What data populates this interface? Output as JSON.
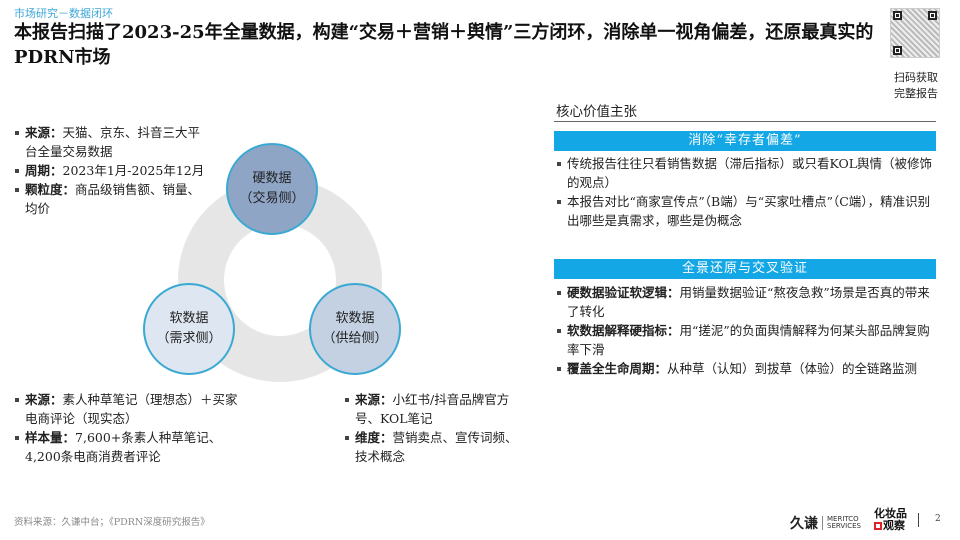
{
  "header": {
    "breadcrumb": "市场研究－数据闭环",
    "title": "本报告扫描了2023-25年全量数据，构建“交易＋营销＋舆情”三方闭环，消除单一视角偏差，还原最真实的PDRN市场"
  },
  "qr": {
    "label_line1": "扫码获取",
    "label_line2": "完整报告"
  },
  "diagram": {
    "nodes": [
      {
        "title": "硬数据",
        "subtitle": "（交易侧）",
        "color": "#8ea5c6"
      },
      {
        "title": "软数据",
        "subtitle": "（需求侧）",
        "color": "#dde6f1"
      },
      {
        "title": "软数据",
        "subtitle": "（供给侧）",
        "color": "#c4d1e3"
      }
    ],
    "ring_color": "#e6e6e6",
    "border_color": "#3aa9d1"
  },
  "hard_data": {
    "items": [
      {
        "label": "来源：",
        "text": "天猫、京东、抖音三大平台全量交易数据"
      },
      {
        "label": "周期：",
        "text": "2023年1月-2025年12月"
      },
      {
        "label": "颗粒度：",
        "text": "商品级销售额、销量、均价"
      }
    ]
  },
  "demand_data": {
    "items": [
      {
        "label": "来源：",
        "text": "素人种草笔记（理想态）＋买家电商评论（现实态）"
      },
      {
        "label": "样本量：",
        "text": "7,600+条素人种草笔记、4,200条电商消费者评论"
      }
    ]
  },
  "supply_data": {
    "items": [
      {
        "label": "来源：",
        "text": "小红书/抖音品牌官方号、KOL笔记"
      },
      {
        "label": "维度：",
        "text": "营销卖点、宣传词频、技术概念"
      }
    ]
  },
  "value_prop": {
    "heading": "核心价值主张",
    "accent_color": "#13a7e6",
    "sections": [
      {
        "band": "消除“幸存者偏差”",
        "items": [
          {
            "label": "",
            "text": "传统报告往往只看销售数据（滞后指标）或只看KOL舆情（被修饰的观点）"
          },
          {
            "label": "",
            "text": "本报告对比“商家宣传点”（B端）与“买家吐槽点”（C端），精准识别出哪些是真需求，哪些是伪概念"
          }
        ]
      },
      {
        "band": "全景还原与交叉验证",
        "items": [
          {
            "label": "硬数据验证软逻辑：",
            "text": "用销量数据验证“熬夜急救”场景是否真的带来了转化"
          },
          {
            "label": "软数据解释硬指标：",
            "text": "用“搓泥”的负面舆情解释为何某头部品牌复购率下滑"
          },
          {
            "label": "覆盖全生命周期：",
            "text": "从种草（认知）到拔草（体验）的全链路监测"
          }
        ]
      }
    ]
  },
  "footer": {
    "source": "资料来源：久谦中台；《PDRN深度研究报告》",
    "logo1_cn": "久谦",
    "logo1_en_line1": "MERITCO",
    "logo1_en_line2": "SERVICES",
    "logo2_line1": "化妆品",
    "logo2_line2": "观察",
    "page_number": "2"
  }
}
